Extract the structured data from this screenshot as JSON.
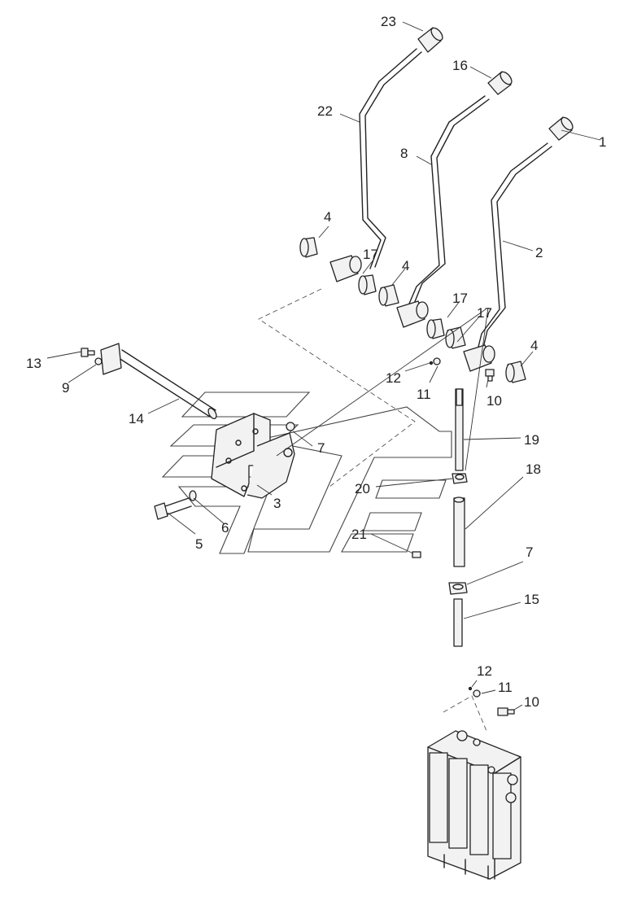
{
  "callouts": {
    "c1": "1",
    "c2": "2",
    "c3": "3",
    "c4a": "4",
    "c4b": "4",
    "c4c": "4",
    "c5": "5",
    "c6": "6",
    "c7a": "7",
    "c7b": "7",
    "c8": "8",
    "c9": "9",
    "c10a": "10",
    "c10b": "10",
    "c11a": "11",
    "c11b": "11",
    "c12a": "12",
    "c12b": "12",
    "c13": "13",
    "c14": "14",
    "c15": "15",
    "c16": "16",
    "c17a": "17",
    "c17b": "17",
    "c17c": "17",
    "c18": "18",
    "c19": "19",
    "c20": "20",
    "c21": "21",
    "c22": "22",
    "c23": "23"
  }
}
